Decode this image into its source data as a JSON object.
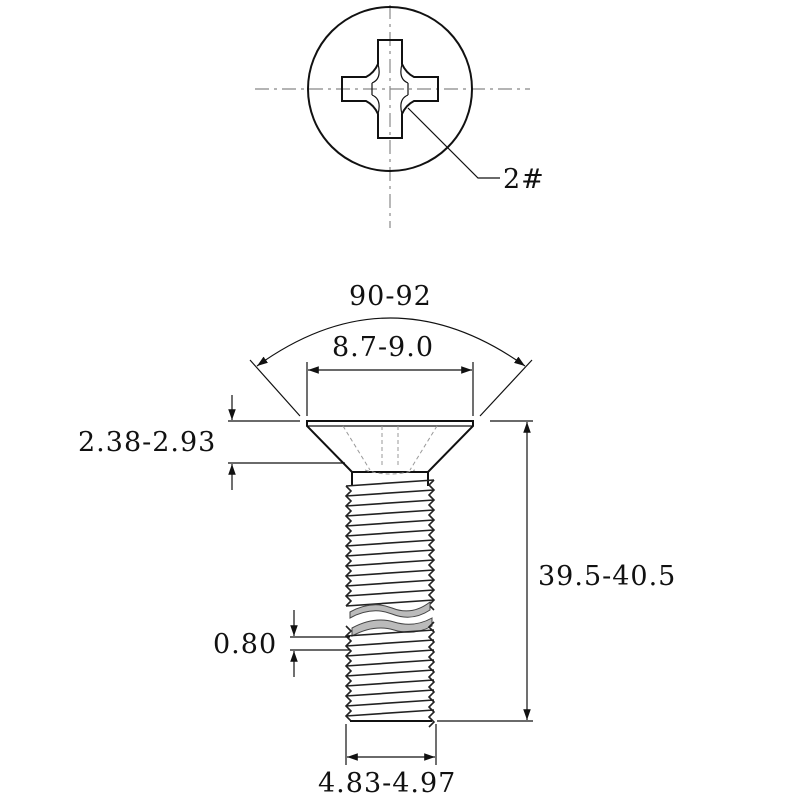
{
  "drawing": {
    "drive_size": "2#",
    "countersink_angle": "90-92",
    "head_diameter": "8.7-9.0",
    "head_height": "2.38-2.93",
    "total_length": "39.5-40.5",
    "thread_pitch": "0.80",
    "major_diameter": "4.83-4.97"
  }
}
